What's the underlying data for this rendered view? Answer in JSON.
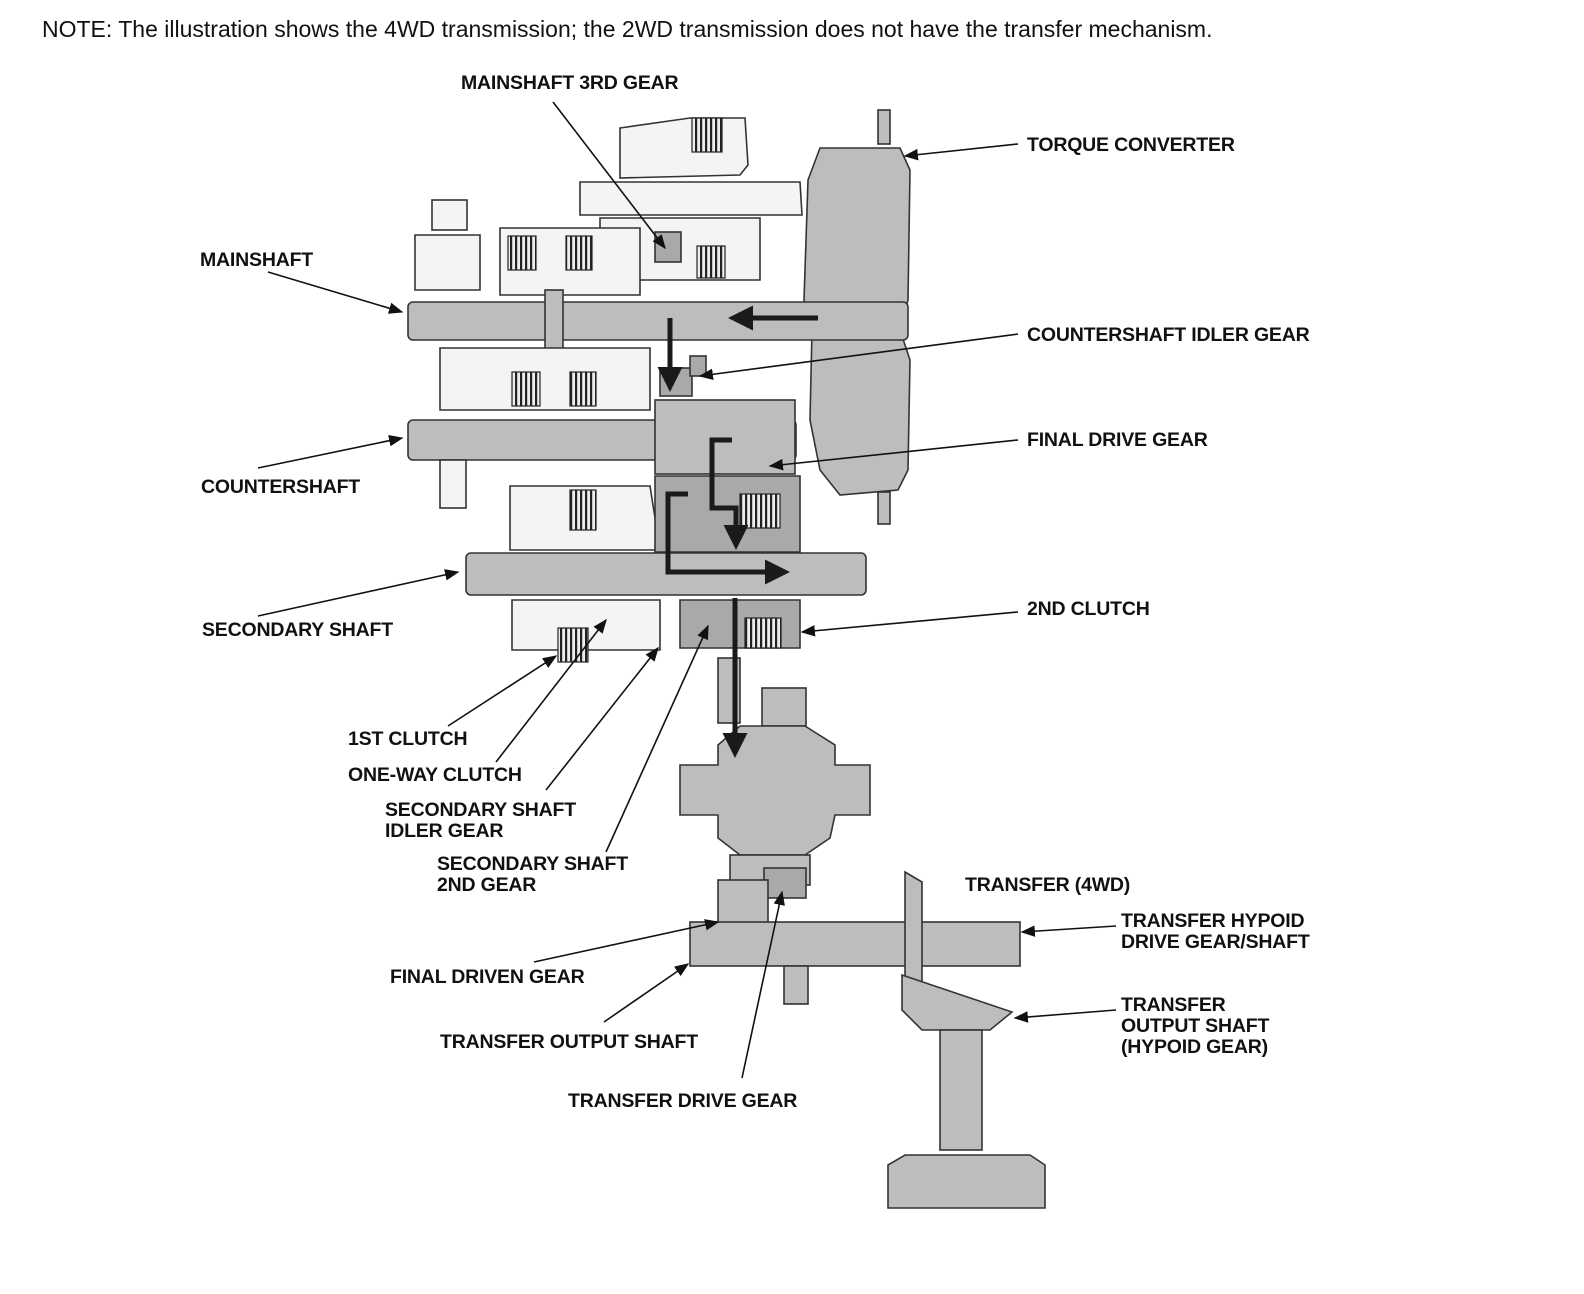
{
  "note": "NOTE: The illustration shows the 4WD transmission; the 2WD transmission does not have the transfer mechanism.",
  "labels": {
    "mainshaft_3rd_gear": "MAINSHAFT 3RD GEAR",
    "torque_converter": "TORQUE CONVERTER",
    "mainshaft": "MAINSHAFT",
    "countershaft_idler_gear": "COUNTERSHAFT IDLER GEAR",
    "final_drive_gear": "FINAL DRIVE GEAR",
    "countershaft": "COUNTERSHAFT",
    "secondary_shaft": "SECONDARY SHAFT",
    "second_clutch": "2ND CLUTCH",
    "first_clutch": "1ST CLUTCH",
    "one_way_clutch": "ONE-WAY CLUTCH",
    "secondary_shaft_idler_gear": [
      "SECONDARY SHAFT",
      "IDLER GEAR"
    ],
    "secondary_shaft_2nd_gear": [
      "SECONDARY SHAFT",
      "2ND GEAR"
    ],
    "transfer_4wd": "TRANSFER (4WD)",
    "transfer_hypoid_drive_gear_shaft": [
      "TRANSFER HYPOID",
      "DRIVE GEAR/SHAFT"
    ],
    "final_driven_gear": "FINAL DRIVEN GEAR",
    "transfer_output_shaft": "TRANSFER OUTPUT SHAFT",
    "transfer_output_shaft_hypoid": [
      "TRANSFER",
      "OUTPUT SHAFT",
      "(HYPOID GEAR)"
    ],
    "transfer_drive_gear": "TRANSFER DRIVE GEAR"
  }
}
